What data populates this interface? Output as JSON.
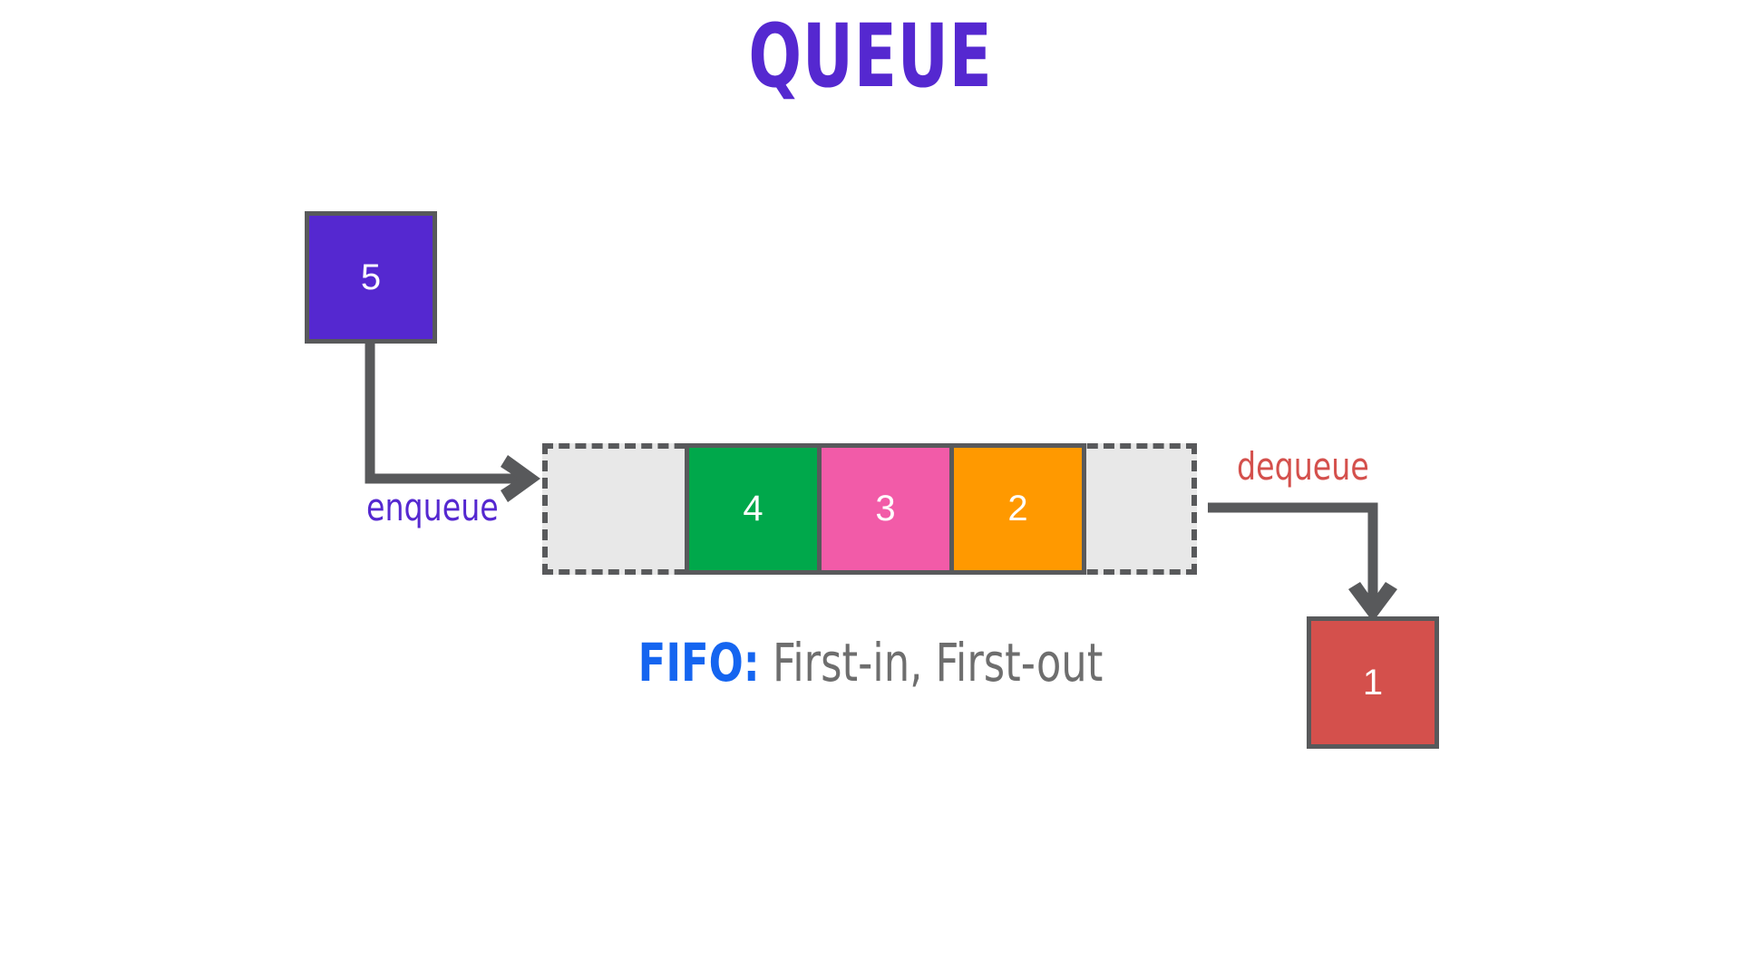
{
  "page": {
    "title": "QUEUE",
    "background_color": "#FFFFFF",
    "title_color": "#5528D0"
  },
  "incoming_box": {
    "value": "5",
    "fill_color": "#5528D0",
    "border_color": "#58595B",
    "role": "element-to-enqueue"
  },
  "outgoing_box": {
    "value": "1",
    "fill_color": "#D4504C",
    "border_color": "#58595B",
    "role": "element-dequeued"
  },
  "queue": {
    "container_fill": "#E8E8E8",
    "container_border": "#58595B",
    "empty_slots": [
      {
        "position": "left",
        "label": ""
      },
      {
        "position": "right",
        "label": ""
      }
    ],
    "cells": [
      {
        "value": "4",
        "color": "#00A84B"
      },
      {
        "value": "3",
        "color": "#F25BA8"
      },
      {
        "value": "2",
        "color": "#FF9900"
      }
    ]
  },
  "flows": {
    "enqueue_label": "enqueue",
    "enqueue_color": "#5528D0",
    "dequeue_label": "dequeue",
    "dequeue_color": "#D4504C",
    "arrow_color": "#58595B"
  },
  "caption": {
    "key": "FIFO:",
    "key_color": "#1565F0",
    "text": " First-in, First-out",
    "text_color": "#6E6E6E"
  }
}
